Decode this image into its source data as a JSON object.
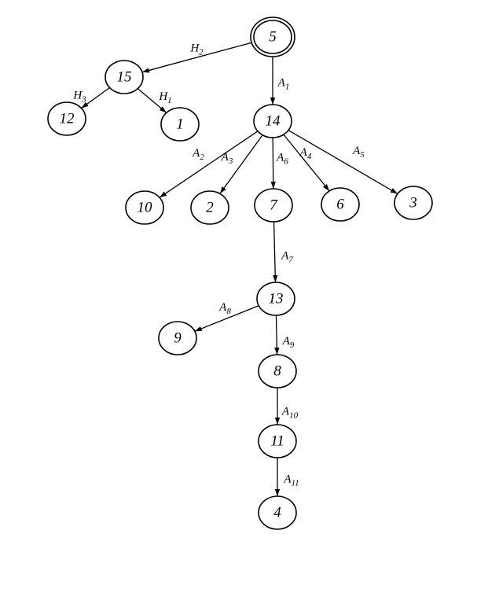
{
  "colors": {
    "stroke": "#000000",
    "fill": "#ffffff"
  },
  "root": "5",
  "nodes": [
    {
      "id": "5",
      "label": "5"
    },
    {
      "id": "15",
      "label": "15"
    },
    {
      "id": "12",
      "label": "12"
    },
    {
      "id": "1",
      "label": "1"
    },
    {
      "id": "14",
      "label": "14"
    },
    {
      "id": "10",
      "label": "10"
    },
    {
      "id": "2",
      "label": "2"
    },
    {
      "id": "7",
      "label": "7"
    },
    {
      "id": "6",
      "label": "6"
    },
    {
      "id": "3",
      "label": "3"
    },
    {
      "id": "13",
      "label": "13"
    },
    {
      "id": "9",
      "label": "9"
    },
    {
      "id": "8",
      "label": "8"
    },
    {
      "id": "11",
      "label": "11"
    },
    {
      "id": "4",
      "label": "4"
    }
  ],
  "edges": [
    {
      "from": "5",
      "to": "15",
      "letter": "H",
      "index": "2"
    },
    {
      "from": "15",
      "to": "12",
      "letter": "H",
      "index": "3"
    },
    {
      "from": "15",
      "to": "1",
      "letter": "H",
      "index": "1"
    },
    {
      "from": "5",
      "to": "14",
      "letter": "A",
      "index": "1"
    },
    {
      "from": "14",
      "to": "10",
      "letter": "A",
      "index": "2"
    },
    {
      "from": "14",
      "to": "2",
      "letter": "A",
      "index": "3"
    },
    {
      "from": "14",
      "to": "7",
      "letter": "A",
      "index": "6"
    },
    {
      "from": "14",
      "to": "6",
      "letter": "A",
      "index": "4"
    },
    {
      "from": "14",
      "to": "3",
      "letter": "A",
      "index": "5"
    },
    {
      "from": "7",
      "to": "13",
      "letter": "A",
      "index": "7"
    },
    {
      "from": "13",
      "to": "9",
      "letter": "A",
      "index": "8"
    },
    {
      "from": "13",
      "to": "8",
      "letter": "A",
      "index": "9"
    },
    {
      "from": "8",
      "to": "11",
      "letter": "A",
      "index": "10"
    },
    {
      "from": "11",
      "to": "4",
      "letter": "A",
      "index": "11"
    }
  ]
}
